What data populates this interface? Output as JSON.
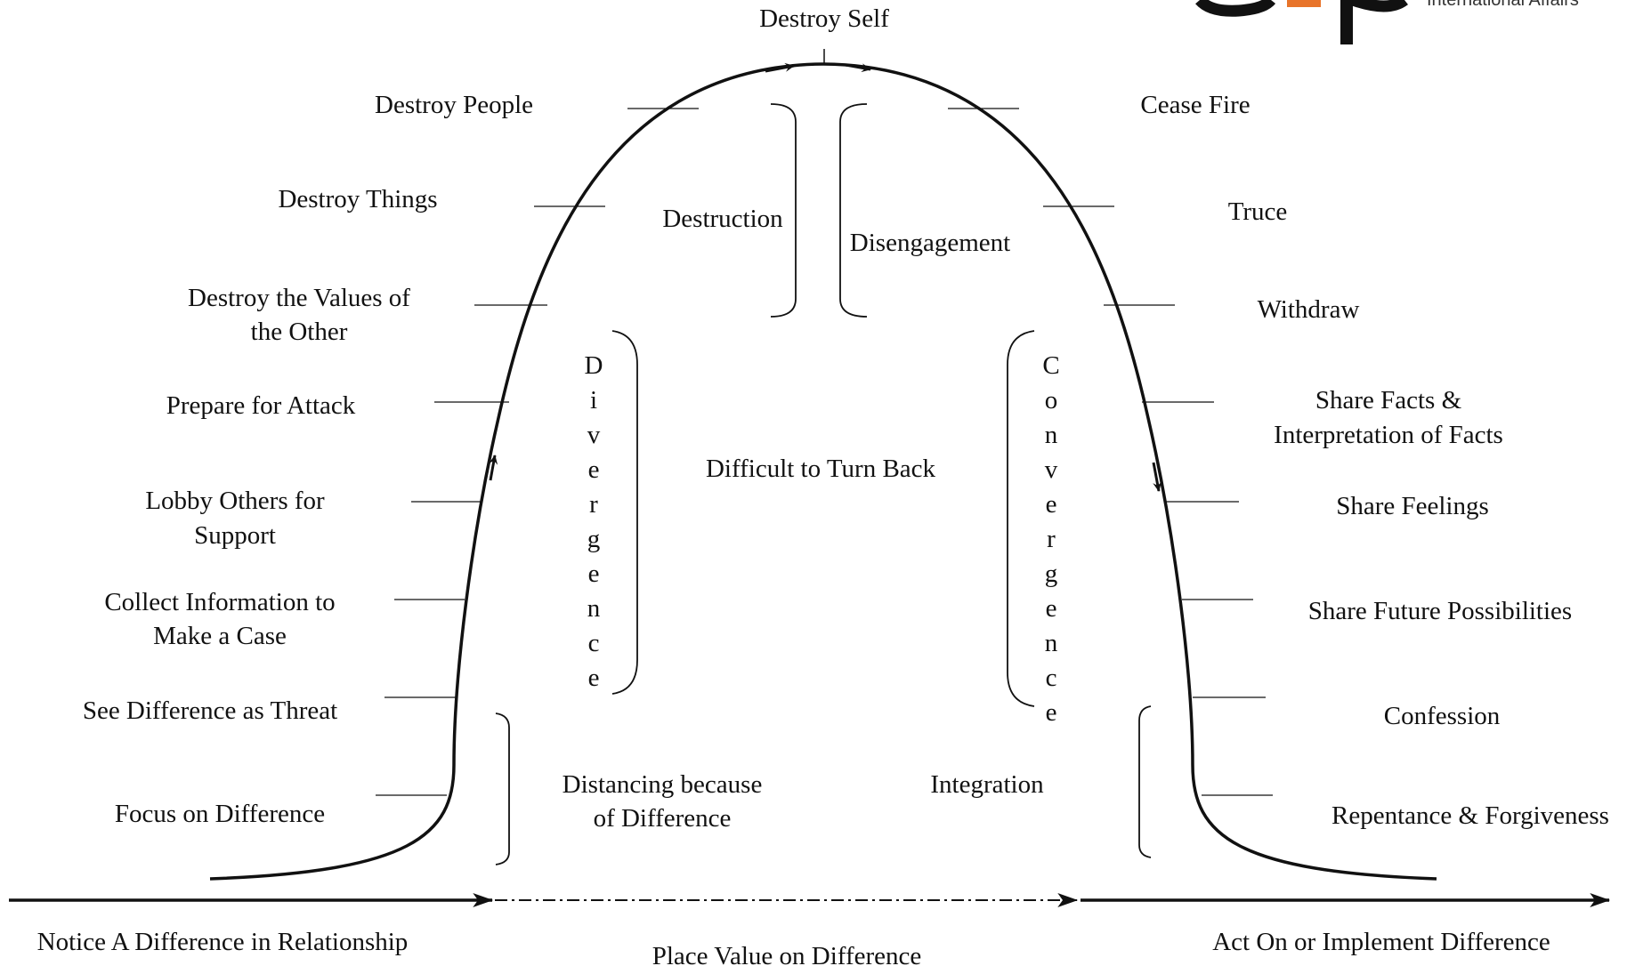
{
  "top_label": "Destroy Self",
  "escalation": [
    "Destroy People",
    "Destroy Things",
    "Destroy the Values of the Other",
    "Prepare for Attack",
    "Lobby Others for Support",
    "Collect Information to Make a Case",
    "See Difference as Threat",
    "Focus on Difference"
  ],
  "deescalation": [
    "Cease Fire",
    "Truce",
    "Withdraw",
    "Share Facts & Interpretation of Facts",
    "Share Feelings",
    "Share Future Possibilities",
    "Confession",
    "Repentance & Forgiveness"
  ],
  "phases": {
    "destruction": "Destruction",
    "disengagement": "Disengagement",
    "divergence": "Divergence",
    "convergence": "Convergence",
    "center": "Difficult to Turn Back",
    "distancing": "Distancing because of Difference",
    "integration": "Integration"
  },
  "baseline": {
    "left": "Notice A Difference in Relationship",
    "middle": "Place Value on Difference",
    "right": "Act On or Implement Difference"
  },
  "logo": {
    "text": "International Affairs",
    "accent_color": "#e8742a"
  }
}
